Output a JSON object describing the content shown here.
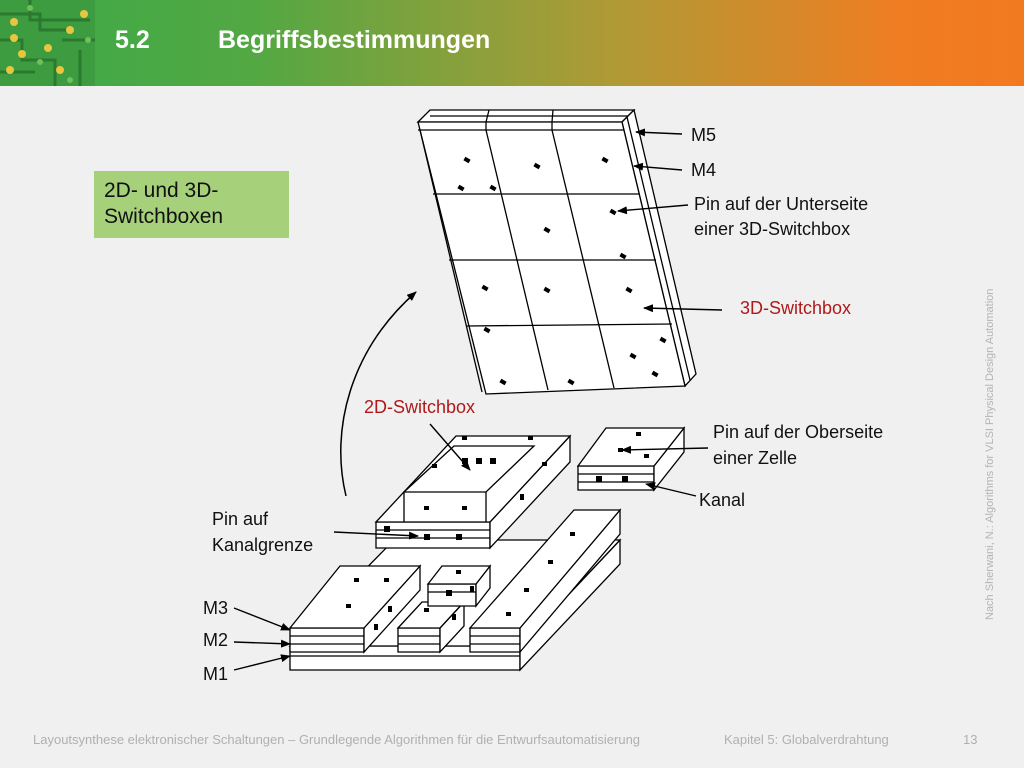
{
  "header": {
    "section_number": "5.2",
    "section_title": "Begriffsbestimmungen"
  },
  "sidebar_box": {
    "line1": "2D- und 3D-",
    "line2": "Switchboxen"
  },
  "labels": {
    "m5": "M5",
    "m4": "M4",
    "pin_bottom_line1": "Pin auf der Unterseite",
    "pin_bottom_line2": "einer 3D-Switchbox",
    "switchbox_3d": "3D-Switchbox",
    "switchbox_2d": "2D-Switchbox",
    "pin_top_line1": "Pin auf der Oberseite",
    "pin_top_line2": "einer Zelle",
    "channel": "Kanal",
    "pin_channel_line1": "Pin auf",
    "pin_channel_line2": "Kanalgrenze",
    "m3": "M3",
    "m2": "M2",
    "m1": "M1"
  },
  "vertical_note": "Nach Sherwani, N.: Algorithms for VLSI Physical Design Automation",
  "footer": {
    "course": "Layoutsynthese elektronischer Schaltungen – Grundlegende Algorithmen für die Entwurfsautomatisierung",
    "chapter": "Kapitel 5: Globalverdrahtung",
    "page": "13"
  },
  "colors": {
    "header_start": "#3aaa47",
    "header_end": "#f2791f",
    "box_green": "#a6d17a",
    "label_red": "#b01919"
  }
}
